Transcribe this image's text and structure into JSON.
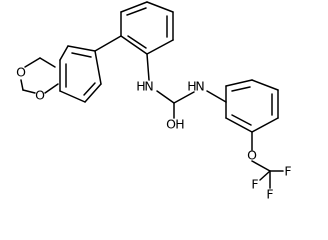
{
  "structure": {
    "atom_labels": {
      "o_diox_1": "O",
      "o_diox_2": "O",
      "nh_1": "N",
      "nh_2": "N",
      "h_1": "H",
      "h_2": "H",
      "oh_o": "O",
      "oh_h": "H",
      "o_ether": "O",
      "f_1": "F",
      "f_2": "F",
      "f_3": "F"
    }
  }
}
